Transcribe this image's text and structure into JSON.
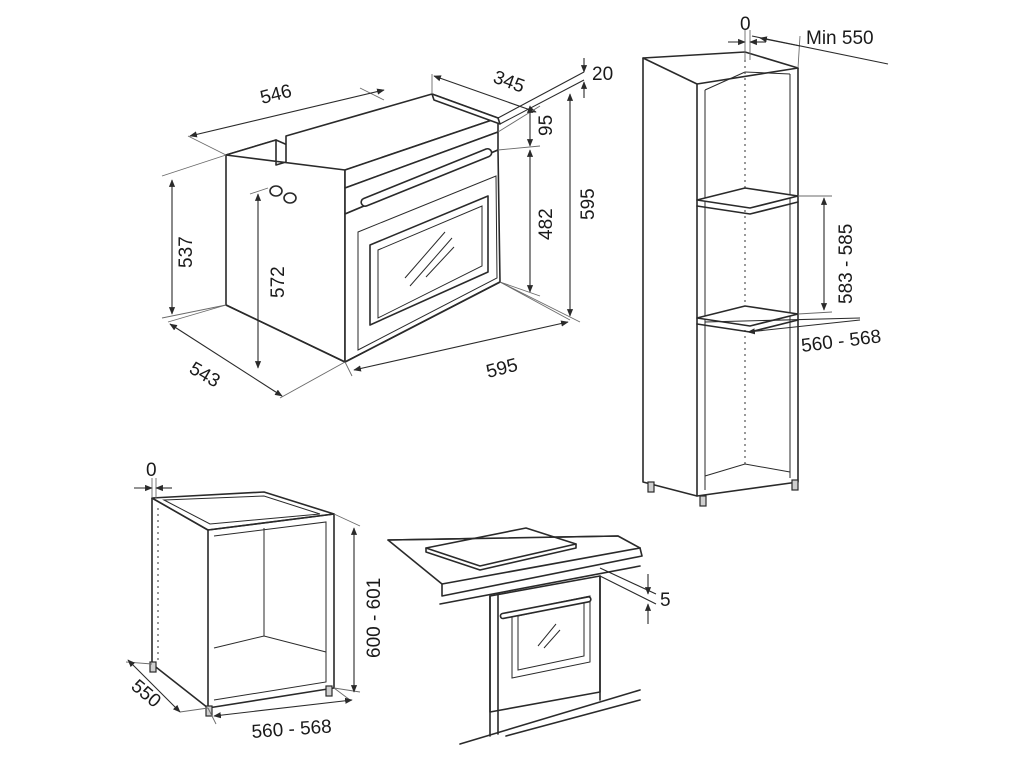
{
  "oven_dimensions": {
    "top_width": "546",
    "top_depth": "345",
    "panel_thickness": "20",
    "panel_height": "95",
    "body_height": "537",
    "inner_height": "572",
    "door_height": "482",
    "total_height": "595",
    "depth": "543",
    "front_width": "595"
  },
  "column_unit": {
    "gap": "0",
    "min_depth": "Min 550",
    "niche_height": "583 - 585",
    "niche_width": "560 - 568"
  },
  "base_unit": {
    "gap": "0",
    "height": "600 - 601",
    "depth": "550",
    "width": "560 - 568"
  },
  "under_counter": {
    "gap": "5"
  }
}
